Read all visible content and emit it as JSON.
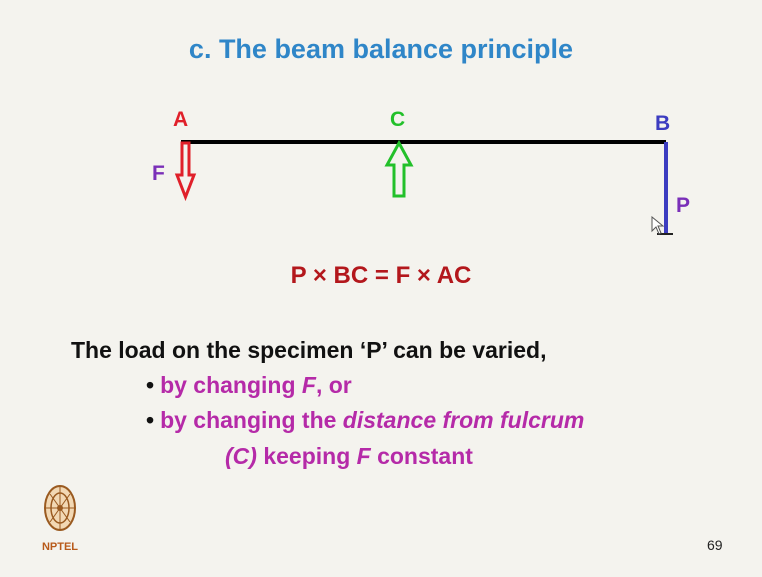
{
  "slide": {
    "title": "c.  The beam balance principle",
    "diagram": {
      "label_a": "A",
      "label_c": "C",
      "label_b": "B",
      "label_f": "F",
      "label_p": "P",
      "colors": {
        "beam": "#000000",
        "a": "#e0202a",
        "c": "#22c02a",
        "b": "#3c3cc0",
        "f": "#7a2fb8",
        "p": "#7a2fb8"
      }
    },
    "equation": "P × BC = F × AC",
    "statement": "The load on the specimen ‘P’ can be varied,",
    "bullets": [
      {
        "prefix": "by changing ",
        "italic": "F",
        "suffix": ", or"
      },
      {
        "prefix": "by changing the ",
        "italic": "distance from fulcrum",
        "suffix": ""
      }
    ],
    "bullet2_line2": {
      "italic_start": "(C)",
      "middle": " keeping ",
      "italic_end": "F",
      "suffix": " constant"
    },
    "logo_text": "NPTEL",
    "page_number": "69"
  }
}
